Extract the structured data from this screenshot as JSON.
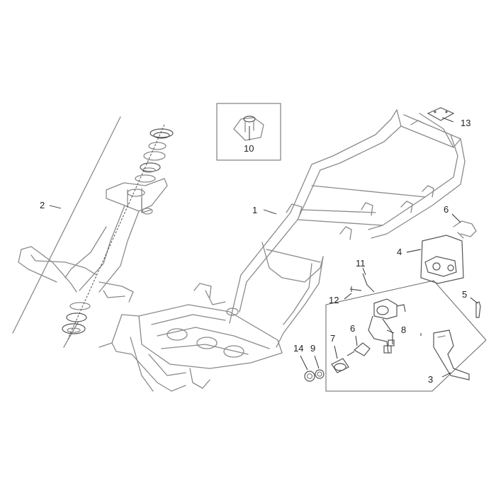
{
  "diagram": {
    "callouts": [
      {
        "id": "c1",
        "text": "1"
      },
      {
        "id": "c2",
        "text": "2"
      },
      {
        "id": "c3",
        "text": "3"
      },
      {
        "id": "c4",
        "text": "4"
      },
      {
        "id": "c5",
        "text": "5"
      },
      {
        "id": "c6a",
        "text": "6"
      },
      {
        "id": "c6b",
        "text": "6"
      },
      {
        "id": "c7",
        "text": "7"
      },
      {
        "id": "c8",
        "text": "8"
      },
      {
        "id": "c9",
        "text": "9"
      },
      {
        "id": "c10",
        "text": "10"
      },
      {
        "id": "c11",
        "text": "11"
      },
      {
        "id": "c12",
        "text": "12"
      },
      {
        "id": "c13",
        "text": "13"
      },
      {
        "id": "c14",
        "text": "14"
      }
    ]
  }
}
